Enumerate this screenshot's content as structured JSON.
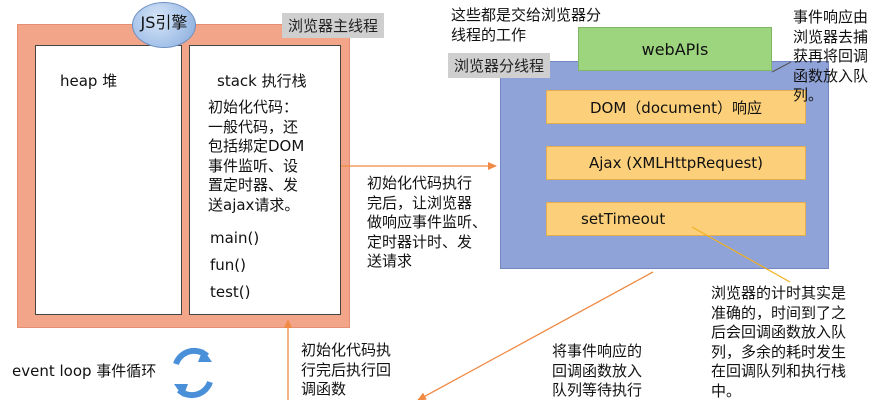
{
  "main_thread": {
    "label": "浏览器主线程",
    "js_engine": "JS引擎",
    "heap": "heap 堆",
    "stack": {
      "title": "stack 执行栈",
      "text_lines": [
        "初始化代码：",
        "一般代码，还",
        "包括绑定DOM",
        "事件监听、设",
        "置定时器、发",
        "送ajax请求。"
      ],
      "functions": [
        "main()",
        "fun()",
        "test()"
      ]
    }
  },
  "branch": {
    "intro_lines": [
      "这些都是交给浏览器分",
      "线程的工作"
    ],
    "label": "浏览器分线程",
    "webapis": "webAPIs",
    "apis": [
      "DOM（document）响应",
      "Ajax (XMLHttpRequest)",
      "setTimeout"
    ]
  },
  "notes": {
    "event_response": [
      "事件响应由",
      "浏览器去捕",
      "获再将回调",
      "函数放入队",
      "列。"
    ],
    "init_then_register": [
      "初始化代码执行",
      "完后，让浏览器",
      "做响应事件监听、",
      "定时器计时、发",
      "送请求"
    ],
    "timer_accurate": [
      "浏览器的计时其实是",
      "准确的，时间到了之",
      "后会回调函数放入队",
      "列，多余的耗时发生",
      "在回调队列和执行栈",
      "中。"
    ],
    "init_then_callback": [
      "初始化代码执",
      "行完后执行回",
      "调函数"
    ],
    "queue_wait": [
      "将事件响应的",
      "回调函数放入",
      "队列等待执行"
    ],
    "event_loop": "event loop 事件循环"
  },
  "colors": {
    "main_thread": "#f3a58a",
    "branch": "#8fa3d8",
    "webapis": "#9dd57f",
    "api": "#fcd07a",
    "arrow": "#f08a45",
    "loop_icon": "#4a90d9"
  }
}
